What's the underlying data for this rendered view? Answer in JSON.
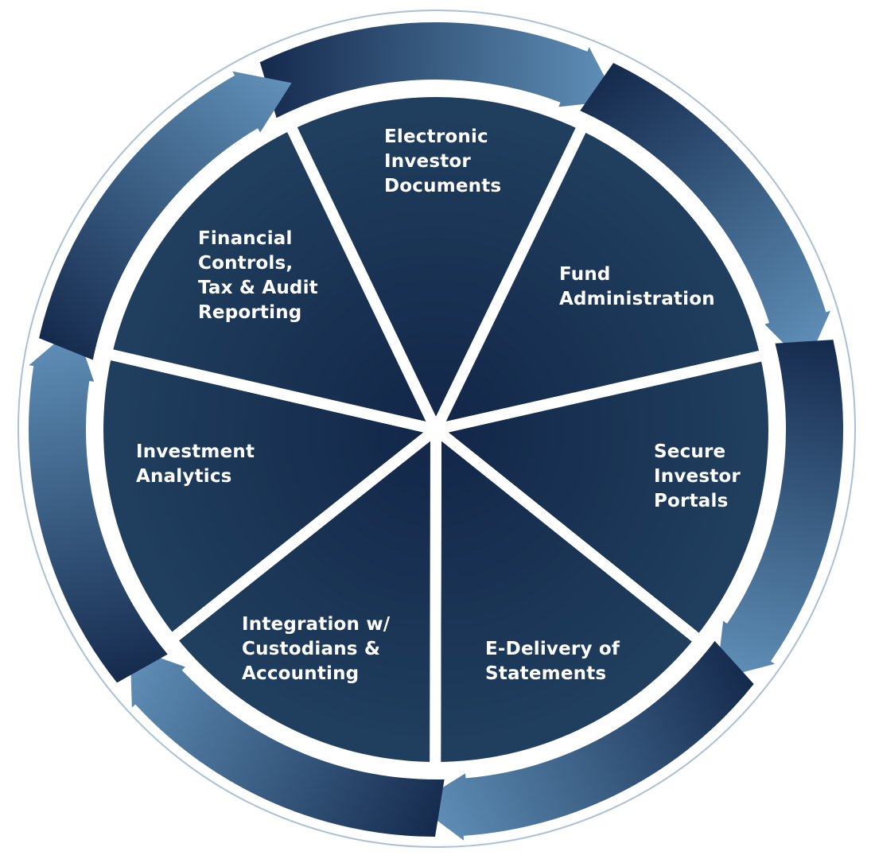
{
  "colors": {
    "pie_center": "#122648",
    "pie_edge": "#21405f",
    "arrow_tail": "#152b4e",
    "arrow_head": "#6191b9",
    "outer_ring": "#a9c0d6",
    "text": "#ffffff"
  },
  "segments": [
    {
      "id": "electronic-investor-documents",
      "lines": [
        "Electronic",
        "Investor",
        "Documents"
      ]
    },
    {
      "id": "fund-administration",
      "lines": [
        "Fund",
        "Administration"
      ]
    },
    {
      "id": "secure-investor-portals",
      "lines": [
        "Secure",
        "Investor",
        "Portals"
      ]
    },
    {
      "id": "e-delivery-of-statements",
      "lines": [
        "E-Delivery of",
        "Statements"
      ]
    },
    {
      "id": "integration-custodians-accounting",
      "lines": [
        "Integration w/",
        "Custodians &",
        "Accounting"
      ]
    },
    {
      "id": "investment-analytics",
      "lines": [
        "Investment",
        "Analytics"
      ]
    },
    {
      "id": "financial-controls-tax-audit",
      "lines": [
        "Financial",
        "Controls,",
        "Tax & Audit",
        "Reporting"
      ]
    }
  ]
}
